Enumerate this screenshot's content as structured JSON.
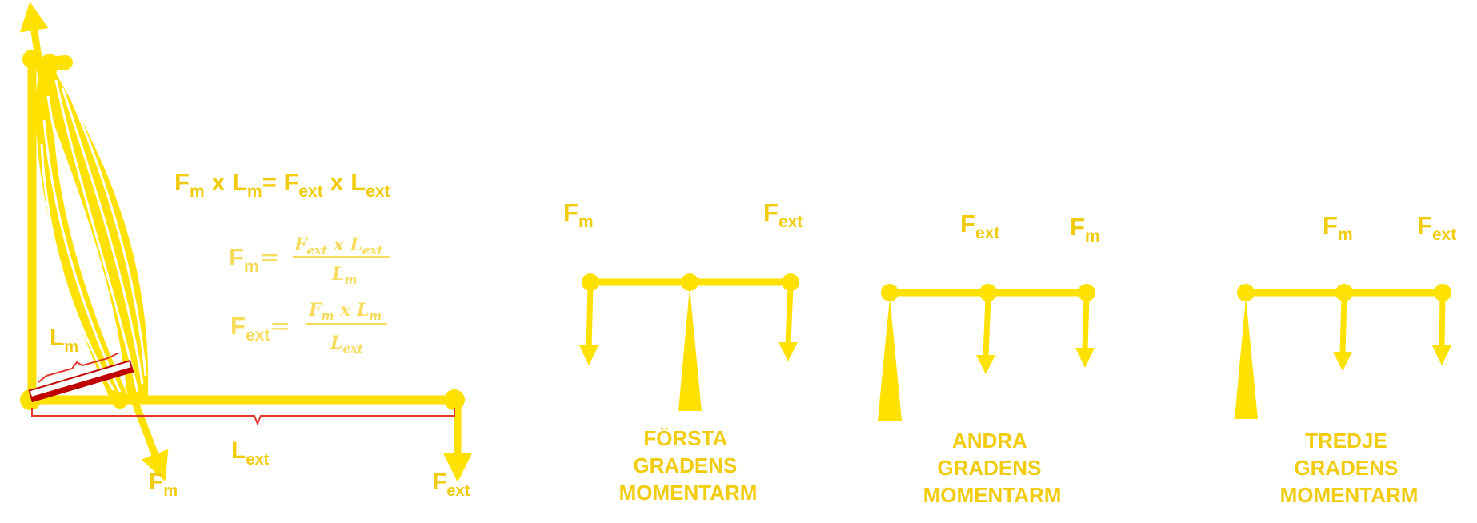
{
  "colors": {
    "main": "#ffe100",
    "text": "#f2cc0c",
    "formula": "#f7dc5c",
    "bracket": "#e3342a",
    "arm": "#c00000",
    "white": "#ffffff"
  },
  "arm_diagram": {
    "lm": {
      "base": "L",
      "sub": "m"
    },
    "lext": {
      "base": "L",
      "sub": "ext"
    },
    "fm": {
      "base": "F",
      "sub": "m"
    },
    "fext": {
      "base": "F",
      "sub": "ext"
    }
  },
  "equation": {
    "fm_base": "F",
    "fm_sub": "m",
    "times1": " x ",
    "lm_base": "L",
    "lm_sub": "m",
    "equals": "= ",
    "fext_base": "F",
    "fext_sub": "ext",
    "times2": " x ",
    "lext_base": "L",
    "lext_sub": "ext"
  },
  "formula_fm": {
    "lhs_base": "F",
    "lhs_sub": "m",
    "eq": "=",
    "num_a": "F",
    "num_a_sub": "ext",
    "num_x": " x ",
    "num_b": "L",
    "num_b_sub": "ext",
    "den": "L",
    "den_sub": "m"
  },
  "formula_fext": {
    "lhs_base": "F",
    "lhs_sub": "ext",
    "eq": "=",
    "num_a": "F",
    "num_a_sub": "m",
    "num_x": " x ",
    "num_b": "L",
    "num_b_sub": "m",
    "den": "L",
    "den_sub": "ext"
  },
  "lever_first": {
    "left": {
      "base": "F",
      "sub": "m"
    },
    "right": {
      "base": "F",
      "sub": "ext"
    },
    "caption": [
      "FÖRSTA",
      "GRADENS",
      "MOMENTARM"
    ]
  },
  "lever_second": {
    "left": {
      "base": "F",
      "sub": "ext"
    },
    "right": {
      "base": "F",
      "sub": "m"
    },
    "caption": [
      "ANDRA",
      "GRADENS",
      "MOMENTARM"
    ]
  },
  "lever_third": {
    "left": {
      "base": "F",
      "sub": "m"
    },
    "right": {
      "base": "F",
      "sub": "ext"
    },
    "caption": [
      "TREDJE",
      "GRADENS",
      "MOMENTARM"
    ]
  }
}
